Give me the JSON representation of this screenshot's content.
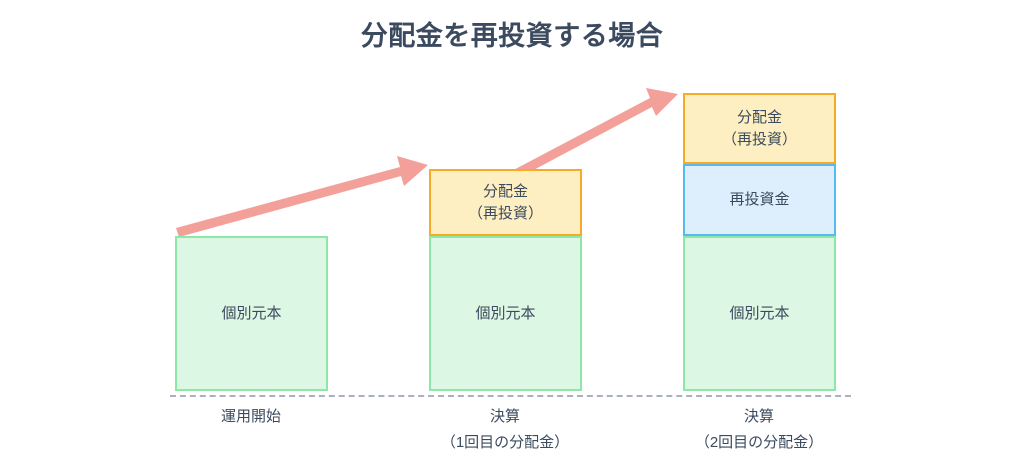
{
  "chart_data": {
    "type": "bar",
    "title": "分配金を再投資する場合",
    "xlabel": "",
    "ylabel": "",
    "grid": false,
    "legend": "none",
    "stacked": true,
    "categories": [
      "運用開始",
      "決算（1回目の分配金）",
      "決算（2回目の分配金）"
    ],
    "series": [
      {
        "name": "個別元本",
        "values": [
          155,
          155,
          155
        ]
      },
      {
        "name": "再投資金",
        "values": [
          0,
          0,
          72
        ]
      },
      {
        "name": "分配金（再投資）",
        "values": [
          0,
          67,
          71
        ]
      }
    ],
    "annotations": [
      {
        "type": "arrow",
        "label": "growth-arrow-1",
        "from_category": "運用開始",
        "to_category": "決算（1回目の分配金）"
      },
      {
        "type": "arrow",
        "label": "growth-arrow-2",
        "from_category": "決算（1回目の分配金）",
        "to_category": "決算（2回目の分配金）"
      }
    ]
  },
  "colors": {
    "title_text": "#3b4a5e",
    "body_text": "#3b4a5e",
    "principal_fill": "#dcf7e3",
    "principal_border": "#8de8a8",
    "distribution_fill": "#fdefc1",
    "distribution_border": "#f5ab26",
    "reinvest_fill": "#ddeffc",
    "reinvest_border": "#56b9f0",
    "arrow": "#f4a09a",
    "baseline": "#a9b0c0",
    "background": "#ffffff"
  },
  "title": "分配金を再投資する場合",
  "columns": [
    {
      "id": "column-1",
      "segments": [
        {
          "kind": "principal",
          "line1": "個別元本",
          "line2": ""
        }
      ],
      "axis_label_line1": "運用開始",
      "axis_label_line2": ""
    },
    {
      "id": "column-2",
      "segments": [
        {
          "kind": "distribution",
          "line1": "分配金",
          "line2": "（再投資）"
        },
        {
          "kind": "principal",
          "line1": "個別元本",
          "line2": ""
        }
      ],
      "axis_label_line1": "決算",
      "axis_label_line2": "（1回目の分配金）"
    },
    {
      "id": "column-3",
      "segments": [
        {
          "kind": "distribution",
          "line1": "分配金",
          "line2": "（再投資）"
        },
        {
          "kind": "reinvest",
          "line1": "再投資金",
          "line2": ""
        },
        {
          "kind": "principal",
          "line1": "個別元本",
          "line2": ""
        }
      ],
      "axis_label_line1": "決算",
      "axis_label_line2": "（2回目の分配金）"
    }
  ]
}
